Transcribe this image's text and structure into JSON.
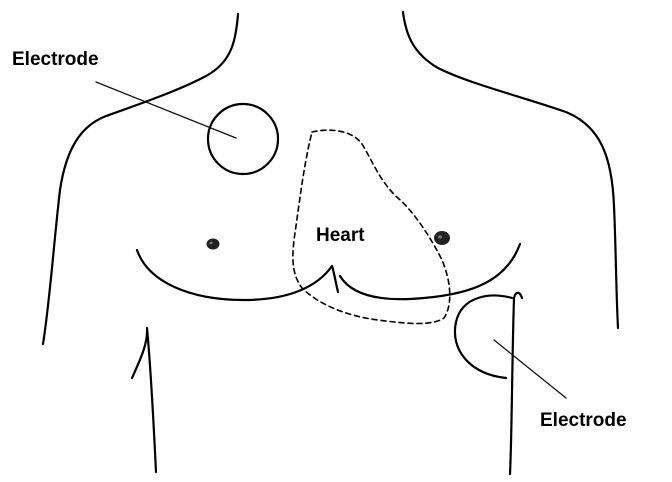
{
  "labels": {
    "electrode_upper": "Electrode",
    "heart": "Heart",
    "electrode_lower": "Electrode"
  },
  "colors": {
    "line": "#000000",
    "background": "#ffffff"
  }
}
